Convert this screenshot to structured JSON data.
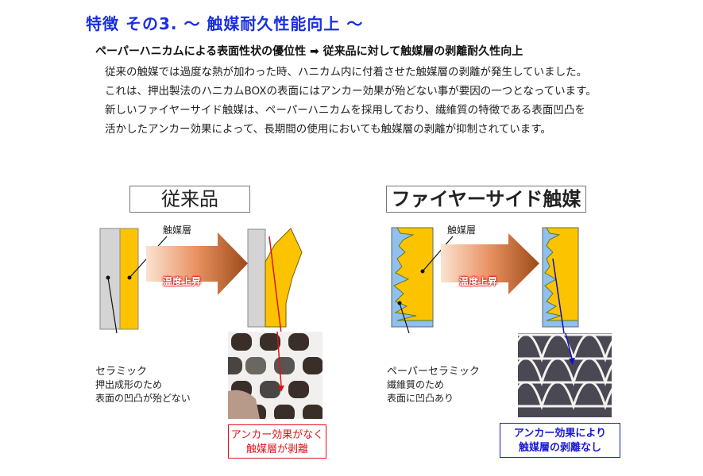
{
  "header": {
    "title": "特徴 その3. ～ 触媒耐久性能向上 ～",
    "subtitle": "ペーパーハニカムによる表面性状の優位性 ➡ 従来品に対して触媒層の剥離耐久性向上"
  },
  "body": {
    "lines": [
      "従来の触媒では過度な熱が加わった時、ハニカム内に付着させた触媒層の剥離が発生していました。",
      "これは、押出製法のハニカムBOXの表面にはアンカー効果が殆どない事が要因の一つとなっています。",
      "新しいファイヤーサイド触媒は、ペーパーハニカムを採用しており、繊維質の特徴である表面凹凸を",
      "活かしたアンカー効果によって、長期間の使用においても触媒層の剥離が抑制されています。"
    ]
  },
  "left_panel": {
    "heading": "従来品",
    "catalyst_label": "触媒層",
    "arrow_label": "温度上昇",
    "material_label": "セラミック",
    "material_note": [
      "押出成形のため",
      "表面の凹凸が殆どない"
    ],
    "callout": [
      "アンカー効果がなく",
      "触媒層が剥離"
    ],
    "callout_color": "#e0101a",
    "line_color": "#e01010"
  },
  "right_panel": {
    "heading": "ファイヤーサイド触媒",
    "catalyst_label": "触媒層",
    "arrow_label": "温度上昇",
    "material_label": "ペーパーセラミック",
    "material_note": [
      "繊維質のため",
      "表面に凹凸あり"
    ],
    "callout": [
      "アンカー効果により",
      "触媒層の剥離なし"
    ],
    "callout_color": "#1a1ad0",
    "line_color": "#1010c0"
  },
  "colors": {
    "title": "#1a2fe0",
    "ceramic_gray": "#d4d4d4",
    "catalyst_yellow": "#fcc400",
    "paper_blue": "#8fc0ee",
    "arrow_start": "#fbe0cc",
    "arrow_end": "#a0501a"
  }
}
